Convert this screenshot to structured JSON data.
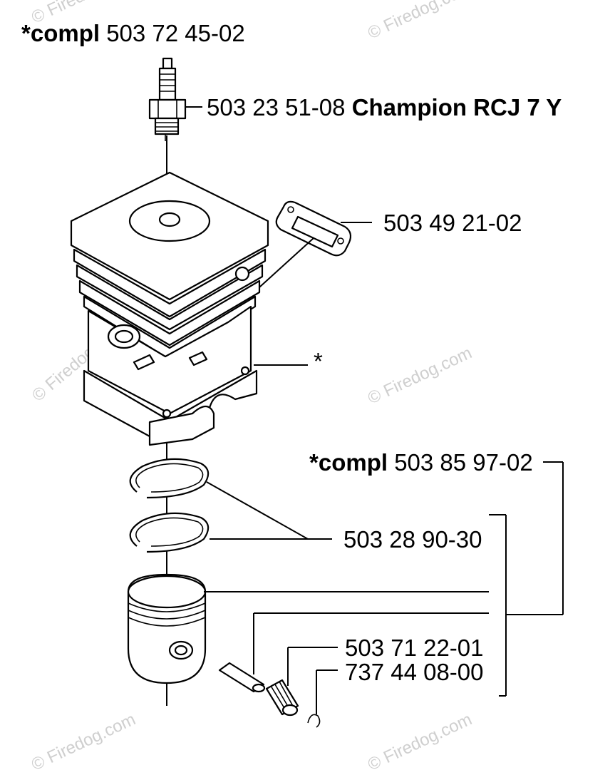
{
  "labels": {
    "compl_prefix_1": "*compl",
    "compl_num_1": "503 72 45-02",
    "plug_num": "503 23 51-08",
    "plug_name": "Champion RCJ 7 Y",
    "gasket": "503 49 21-02",
    "cylinder_star": "*",
    "compl_prefix_2": "*compl",
    "compl_num_2": "503 85 97-02",
    "rings": "503 28 90-30",
    "bearing": "503 71 22-01",
    "circlip": "737 44 08-00"
  },
  "watermark": {
    "text": "© Firedog.com",
    "color": "#cfcfcf"
  }
}
